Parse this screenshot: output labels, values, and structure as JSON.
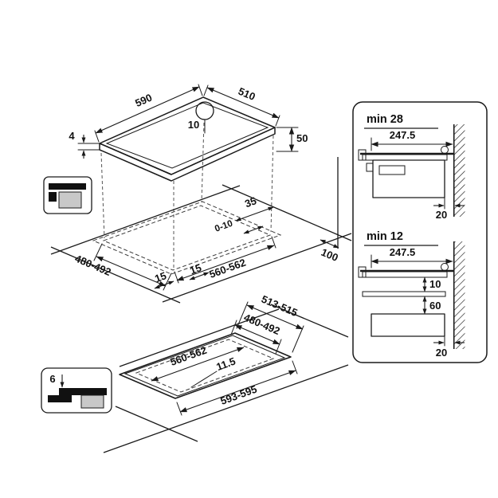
{
  "hob_view": {
    "dim_width": "590",
    "dim_depth": "510",
    "dim_hole": "10",
    "dim_rim": "4",
    "dim_height": "50"
  },
  "cutout_view": {
    "dim_rear_gap": "35",
    "dim_overhang": "0-10",
    "dim_depth": "480-492",
    "dim_side_a": "15",
    "dim_side_b": "15",
    "dim_width": "560-562",
    "dim_wall": "100"
  },
  "underside_view": {
    "dim_depth_overall": "513-515",
    "dim_depth_cutout": "480-492",
    "dim_width_cutout": "560-562",
    "dim_radius": "11.5",
    "dim_width_overall": "593-595"
  },
  "thickness_icon": {
    "dim": "6"
  },
  "section_top": {
    "title": "min 28",
    "dim_depth": "247.5",
    "dim_wall_gap": "20"
  },
  "section_bottom": {
    "title": "min 12",
    "dim_depth": "247.5",
    "dim_shelf_gap": "10",
    "dim_drawer_gap": "60",
    "dim_wall_gap": "20"
  }
}
